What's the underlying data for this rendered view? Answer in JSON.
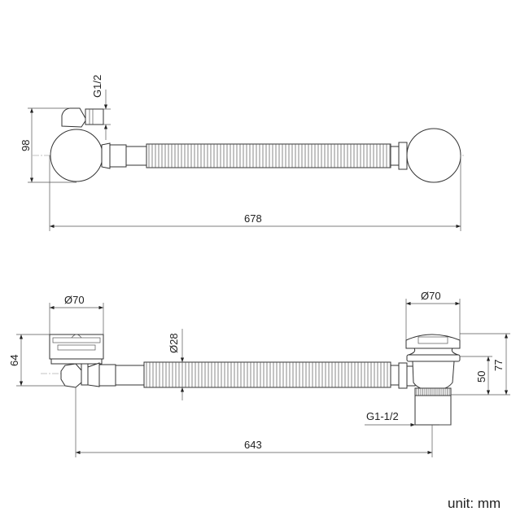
{
  "top_view": {
    "dims": {
      "inlet_thread": "G1/2",
      "height": "98",
      "length": "678"
    }
  },
  "bottom_view": {
    "dims": {
      "left_diameter": "Ø70",
      "right_diameter": "Ø70",
      "hose_diameter": "Ø28",
      "left_height": "64",
      "right_height_total": "77",
      "right_height_body": "50",
      "outlet_thread": "G1-1/2",
      "length": "643"
    }
  },
  "unit_label": "unit: mm"
}
